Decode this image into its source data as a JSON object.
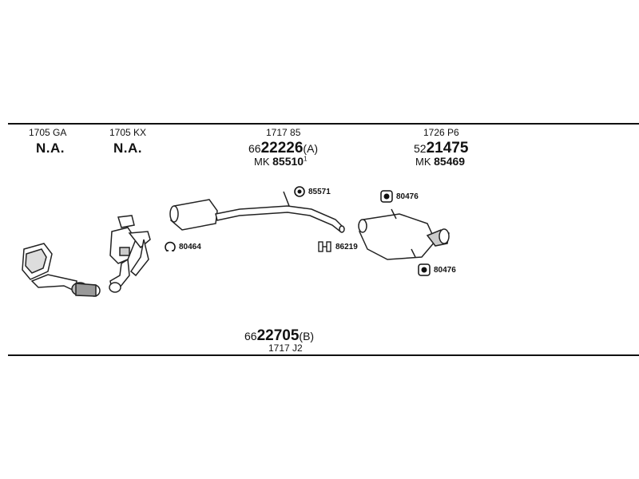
{
  "columns": [
    {
      "code": "1705 GA",
      "part": "N.A."
    },
    {
      "code": "1705 KX",
      "part": "N.A."
    },
    {
      "code": "1717 85",
      "prefix": "66",
      "number": "22226",
      "suffix": "(A)",
      "mk_label": "MK",
      "mk_number": "85510",
      "mk_note": "1"
    },
    {
      "code": "1726 P6",
      "prefix": "52",
      "number": "21475",
      "mk_label": "MK",
      "mk_number": "85469"
    }
  ],
  "bottom": {
    "prefix": "66",
    "number": "22705",
    "suffix": "(B)",
    "code": "1717 J2"
  },
  "tags": {
    "clamp_85571": "85571",
    "clamp_80464": "80464",
    "hanger_86219": "86219",
    "mount_top_80476": "80476",
    "mount_bottom_80476": "80476"
  }
}
